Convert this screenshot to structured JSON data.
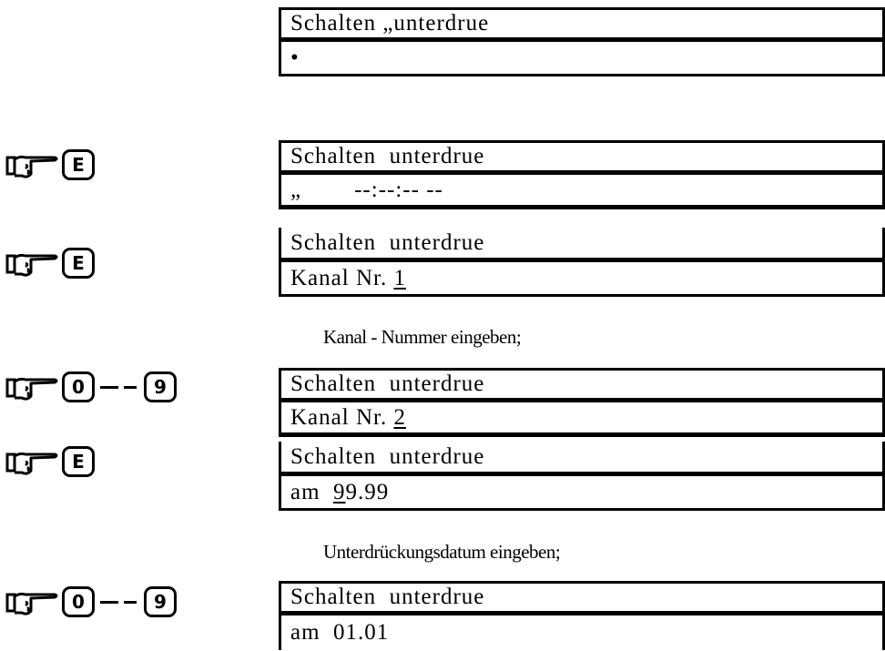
{
  "displays": [
    {
      "line1": "Schalten „unterdrue",
      "line2": "•"
    },
    {
      "line1": "Schalten  unterdrue",
      "line2": "„        --:--:-- --"
    },
    {
      "line1": "Schalten  unterdrue",
      "line2_prefix": "Kanal Nr. ",
      "line2_value": "1"
    },
    {
      "line1": "Schalten  unterdrue",
      "line2_prefix": "Kanal Nr. ",
      "line2_value": "2"
    },
    {
      "line1": "Schalten  unterdrue",
      "line2_prefix": "am  ",
      "line2_value": "9",
      "line2_suffix": "9.99"
    },
    {
      "line1": "Schalten  unterdrue",
      "line2": "am  01.01"
    }
  ],
  "notes": {
    "channel": "Kanal - Nummer eingeben;",
    "date": "Unterdrückungsdatum eingeben;"
  },
  "keys": {
    "enter": "E",
    "digit_from": "0",
    "digit_to": "9"
  },
  "icons": {
    "hand": "pointing-hand-icon"
  }
}
